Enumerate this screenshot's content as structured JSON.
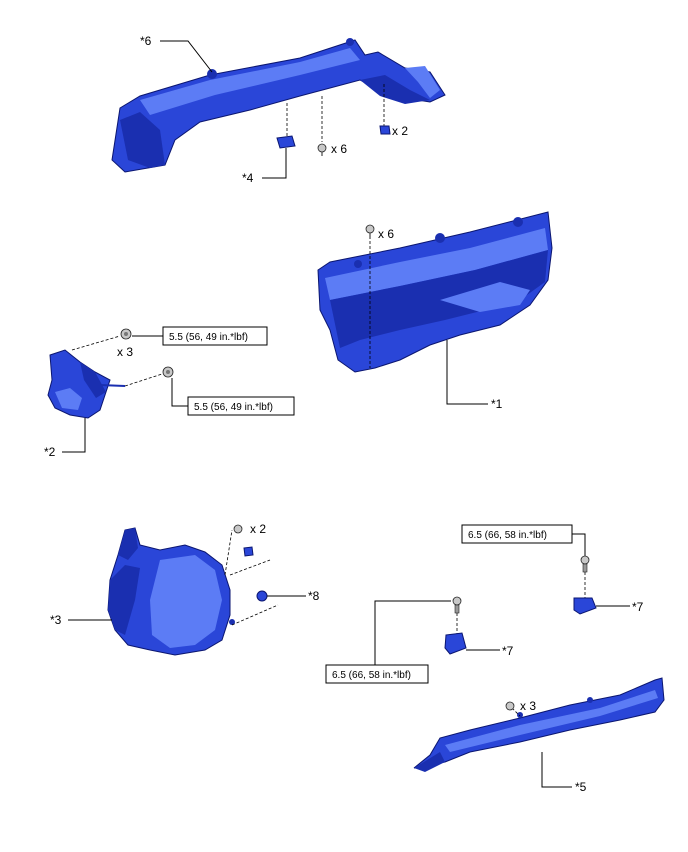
{
  "labels": {
    "p1": "*1",
    "p2": "*2",
    "p3": "*3",
    "p4": "*4",
    "p5": "*5",
    "p6": "*6",
    "p7a": "*7",
    "p7b": "*7",
    "p8": "*8"
  },
  "quantities": {
    "top_clip": "x 2",
    "top_screw": "x 6",
    "panel_screw": "x 6",
    "bracket_bolt": "x 3",
    "side_clip": "x 2",
    "sill_clip": "x 3"
  },
  "torques": {
    "t1": "5.5 (56, 49 in.*lbf)",
    "t2": "5.5 (56, 49 in.*lbf)",
    "t3": "6.5 (66, 58 in.*lbf)",
    "t4": "6.5 (66, 58 in.*lbf)"
  },
  "colors": {
    "part": "#1f3ad1",
    "part_highlight": "#5c7cf5",
    "fastener": "#c8c8c8",
    "line": "#000000"
  }
}
